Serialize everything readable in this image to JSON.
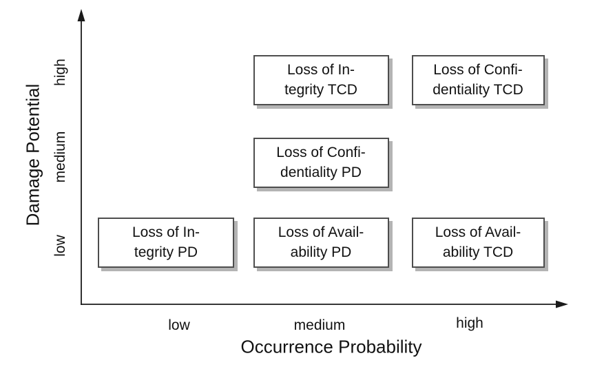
{
  "figure": {
    "background": "#ffffff",
    "axis_color": "#1a1a1a",
    "text_color": "#111111",
    "box_fill": "#ffffff",
    "box_border_color": "#4d4d4d",
    "box_shadow_color": "#b4b4b4"
  },
  "chart_data": {
    "type": "scatter",
    "title": "",
    "xlabel": "Occurrence Probability",
    "ylabel": "Damage Potential",
    "x_ticks": [
      "low",
      "medium",
      "high"
    ],
    "y_ticks": [
      "low",
      "medium",
      "high"
    ],
    "legend": null,
    "grid": false,
    "points": [
      {
        "x": "medium",
        "y": "high",
        "label_lines": [
          "Loss of In-",
          "tegrity TCD"
        ]
      },
      {
        "x": "high",
        "y": "high",
        "label_lines": [
          "Loss of Confi-",
          "dentiality TCD"
        ]
      },
      {
        "x": "medium",
        "y": "medium",
        "label_lines": [
          "Loss of Confi-",
          "dentiality PD"
        ]
      },
      {
        "x": "low",
        "y": "low",
        "label_lines": [
          "Loss of In-",
          "tegrity PD"
        ]
      },
      {
        "x": "medium",
        "y": "low",
        "label_lines": [
          "Loss of Avail-",
          "ability PD"
        ]
      },
      {
        "x": "high",
        "y": "low",
        "label_lines": [
          "Loss of Avail-",
          "ability TCD"
        ]
      }
    ]
  }
}
